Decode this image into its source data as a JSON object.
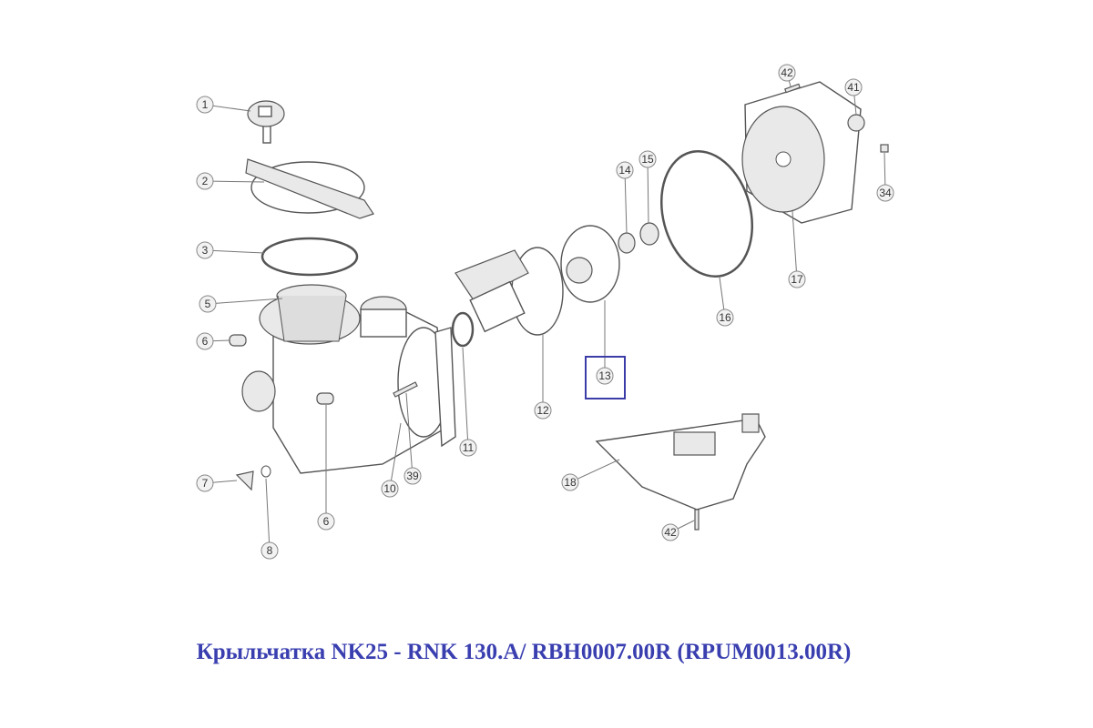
{
  "caption": "Крыльчатка NK25 - RNK 130.A/ RBH0007.00R (RPUM0013.00R)",
  "highlighted_part": "13",
  "highlight_color": "#3c3ca8",
  "caption_color": "#3a3fb0",
  "callouts": [
    "1",
    "2",
    "3",
    "5",
    "6",
    "7",
    "8",
    "6",
    "10",
    "39",
    "11",
    "12",
    "13",
    "14",
    "15",
    "16",
    "17",
    "18",
    "42",
    "42",
    "41",
    "34"
  ]
}
